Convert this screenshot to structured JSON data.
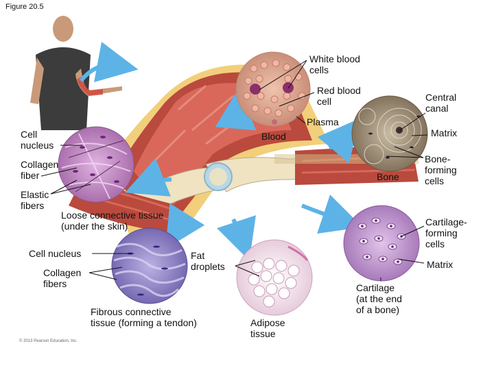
{
  "figure_label": "Figure 20.5",
  "copyright": "© 2013 Pearson Education, Inc.",
  "labels": {
    "white_blood_cells": "White blood\ncells",
    "red_blood_cell": "Red blood\ncell",
    "plasma": "Plasma",
    "blood": "Blood",
    "central_canal": "Central\ncanal",
    "matrix_bone": "Matrix",
    "bone_forming_cells": "Bone-\nforming\ncells",
    "bone": "Bone",
    "cell_nucleus_top": "Cell\nnucleus",
    "collagen_fiber": "Collagen\nfiber",
    "elastic_fibers": "Elastic\nfibers",
    "loose_connective": "Loose connective tissue\n(under the skin)",
    "cell_nucleus_tendon": "Cell nucleus",
    "collagen_fibers": "Collagen\nfibers",
    "fat_droplets": "Fat\ndroplets",
    "fibrous_connective": "Fibrous connective\ntissue (forming a tendon)",
    "adipose": "Adipose\ntissue",
    "cartilage_forming": "Cartilage-\nforming\ncells",
    "matrix_cartilage": "Matrix",
    "cartilage": "Cartilage\n(at the end\nof a bone)"
  },
  "colors": {
    "arrow": "#5db3e6",
    "muscle": "#c0504d",
    "bone": "#f1e4c0",
    "blood_bg": "#d9a48a",
    "loose_bg": "#c78cc8",
    "tendon_bg": "#9a8ec9",
    "adipose_bg": "#f4e6ef",
    "cartilage_bg": "#c9a1d6",
    "bone_tissue_bg": "#9b8a72"
  }
}
